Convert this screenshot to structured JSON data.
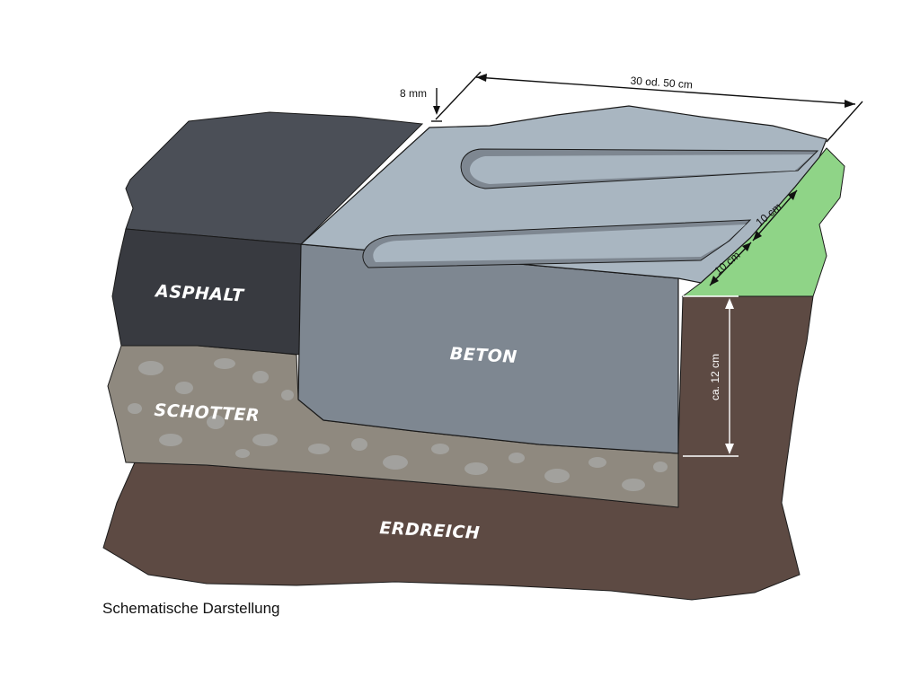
{
  "labels": {
    "asphalt": "ASPHALT",
    "schotter": "SCHOTTER",
    "beton": "BETON",
    "erdreich": "ERDREICH"
  },
  "dimensions": {
    "gap": "8 mm",
    "width": "30 od. 50 cm",
    "groove_1": "10 cm",
    "groove_2": "10 cm",
    "depth": "ca. 12 cm"
  },
  "caption": "Schematische Darstellung",
  "colors": {
    "asphalt_top": "#4b4f57",
    "asphalt_front": "#383a40",
    "schotter": "#8f897f",
    "schotter_stones": "#a6a6a3",
    "beton_top": "#a9b6c1",
    "beton_front": "#7e8791",
    "grass": "#8fd487",
    "erdreich": "#5d4a43",
    "outline": "#1a1a1a"
  }
}
